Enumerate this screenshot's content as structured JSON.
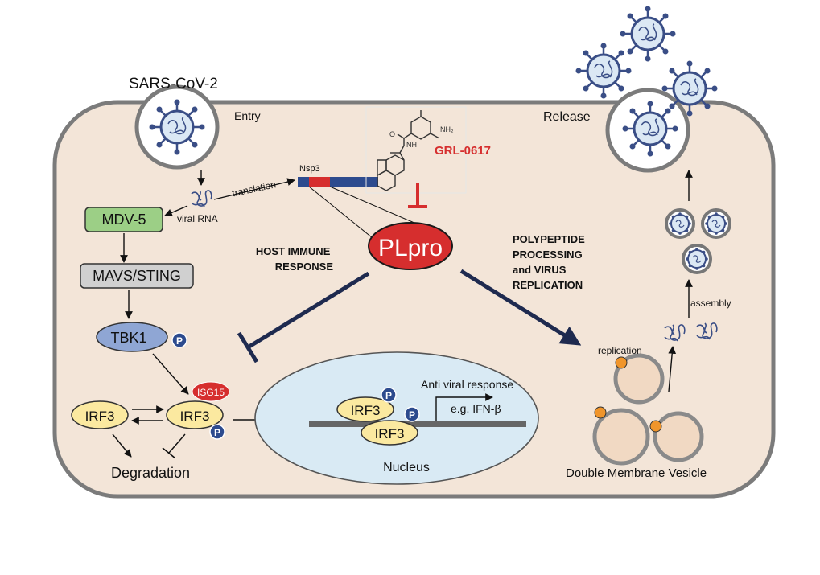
{
  "virus_label": "SARS-CoV-2",
  "entry_label": "Entry",
  "release_label": "Release",
  "nsp3_label": "Nsp3",
  "translation_label": "translation",
  "viral_rna_label": "viral RNA",
  "drug_name": "GRL-0617",
  "drug_nh2": "NH₂",
  "drug_nh": "NH",
  "drug_o": "O",
  "plpro_label": "PLpro",
  "host_immune": [
    "HOST IMMUNE",
    "RESPONSE"
  ],
  "polypeptide": [
    "POLYPEPTIDE",
    "PROCESSING",
    "and VIRUS",
    "REPLICATION"
  ],
  "mdv5_label": "MDV-5",
  "mavs_label": "MAVS/STING",
  "tbk1_label": "TBK1",
  "phospho_label": "P",
  "irf3_label": "IRF3",
  "isg15_label": "ISG15",
  "degradation_label": "Degradation",
  "antiviral_label": "Anti viral response",
  "ifn_label": "e.g. IFN-β",
  "nucleus_label": "Nucleus",
  "replication_label": "replication",
  "assembly_label": "assembly",
  "dmv_label": "Double Membrane Vesicle",
  "colors": {
    "cell_fill": "#f3e5d8",
    "cell_stroke": "#7b7b7b",
    "plpro_red": "#d62e2e",
    "arrow_navy": "#1e2a4f",
    "nucleus_fill": "#d9eaf4",
    "irf3_yellow": "#fbe9a0",
    "tbk1_blue": "#8fa6d4",
    "mdv_green": "#9ccf86",
    "mavs_gray": "#d0d0d0",
    "virus_blue": "#3a4e86",
    "vesicle_orange": "#f0952b"
  }
}
